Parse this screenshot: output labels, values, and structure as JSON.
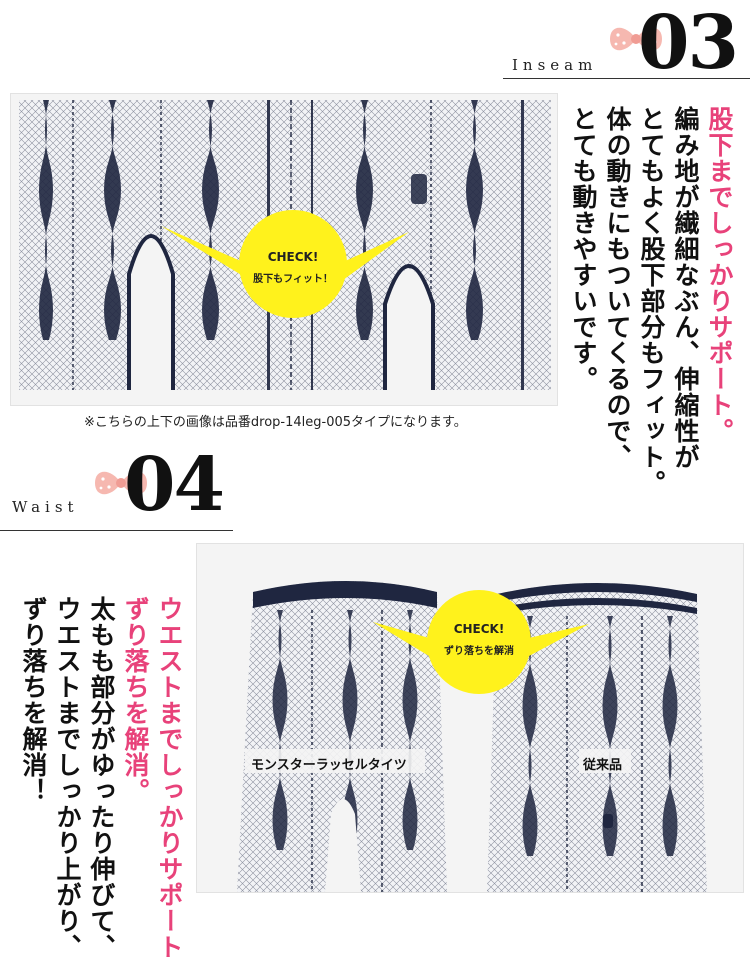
{
  "sections": [
    {
      "id": "inseam",
      "word": "Inseam",
      "number": "03",
      "lines": [
        {
          "text": "股下までしっかりサポート。",
          "color": "pink"
        },
        {
          "text": "編み地が繊細なぶん、伸縮性が",
          "color": "ink"
        },
        {
          "text": "とてもよく股下部分もフィット。",
          "color": "ink"
        },
        {
          "text": "体の動きにもついてくるので、",
          "color": "ink"
        },
        {
          "text": "とても動きやすいです。",
          "color": "ink"
        }
      ],
      "callout": {
        "check": "CHECK!",
        "sub": "股下もフィット！"
      }
    },
    {
      "id": "waist",
      "word": "Waist",
      "number": "04",
      "lines": [
        {
          "text": "ウエストまでしっかりサポート",
          "color": "pink"
        },
        {
          "text": "ずり落ちを解消。",
          "color": "pink"
        },
        {
          "text": "太もも部分がゆったり伸びて、",
          "color": "ink"
        },
        {
          "text": "ウエストまでしっかり上がり、",
          "color": "ink"
        },
        {
          "text": "ずり落ちを解消！",
          "color": "ink"
        }
      ],
      "callout": {
        "check": "CHECK!",
        "sub": "ずり落ちを解消"
      },
      "labels": {
        "left": "モンスターラッセルタイツ",
        "right": "従来品"
      }
    }
  ],
  "note": "※こちらの上下の画像は品番drop-14leg-005タイプになります。",
  "colors": {
    "accent_pink": "#e8427a",
    "bow_pink": "#f6b8b0",
    "callout_yellow": "#fff21c",
    "tights_navy": "#1f2640"
  },
  "icons": [
    "ribbon-bow-icon"
  ]
}
